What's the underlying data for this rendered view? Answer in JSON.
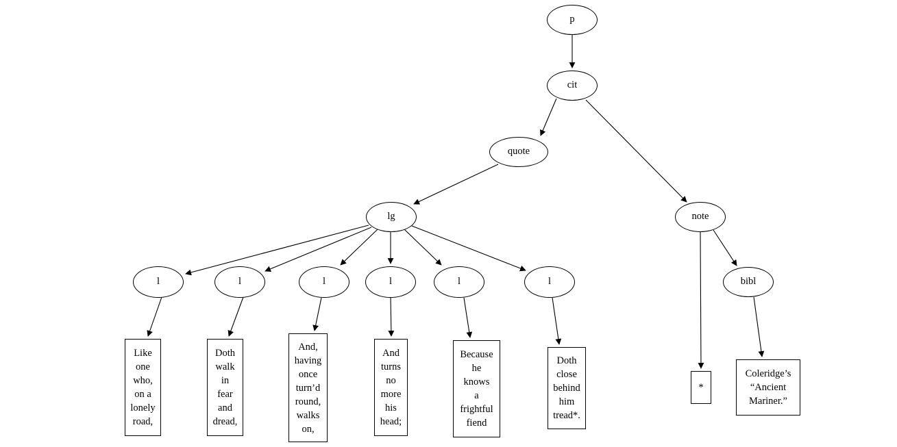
{
  "diagram": {
    "description": "Document tree of a verse citation",
    "nodes": {
      "p": "p",
      "cit": "cit",
      "quote": "quote",
      "lg": "lg",
      "l1": "l",
      "l2": "l",
      "l3": "l",
      "l4": "l",
      "l5": "l",
      "l6": "l",
      "note": "note",
      "bibl": "bibl"
    },
    "leaves": {
      "line1": "Like\none\nwho,\non a\nlonely\nroad,",
      "line2": "Doth\nwalk\nin\nfear\nand\ndread,",
      "line3": "And,\nhaving\nonce\nturn’d\nround,\nwalks\non,",
      "line4": "And\nturns\nno\nmore\nhis\nhead;",
      "line5": "Because\nhe\nknows\na\nfrightful\nfiend",
      "line6": "Doth\nclose\nbehind\nhim\ntread*.",
      "note_marker": "*",
      "bibl_text": "Coleridge’s\n“Ancient\nMariner.”"
    },
    "colors": {
      "stroke": "#000000",
      "background": "#ffffff"
    }
  }
}
